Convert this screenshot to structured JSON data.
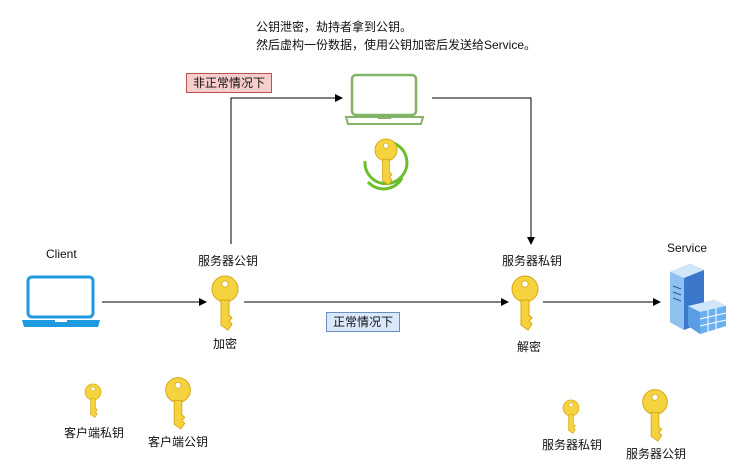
{
  "note": {
    "line1": "公钥泄密，劫持者拿到公钥。",
    "line2": "然后虚构一份数据，使用公钥加密后发送给Service。"
  },
  "tags": {
    "abnormal": "非正常情况下",
    "normal": "正常情况下"
  },
  "nodes": {
    "client": "Client",
    "service": "Service",
    "server_public_key": "服务器公钥",
    "server_private_key": "服务器私钥",
    "encrypt": "加密",
    "decrypt": "解密"
  },
  "legend": {
    "client_private_key": "客户端私钥",
    "client_public_key": "客户端公钥",
    "server_private_key": "服务器私钥",
    "server_public_key": "服务器公钥"
  },
  "colors": {
    "key_fill": "#f5d33f",
    "key_stroke": "#d6a713",
    "laptop_client": "#1e9ae0",
    "laptop_hijacker": "#82b366",
    "arrow": "#000000",
    "refresh_ring": "#6abf2c"
  },
  "icons": [
    "laptop-icon",
    "key-icon",
    "server-icon",
    "refresh-icon"
  ]
}
